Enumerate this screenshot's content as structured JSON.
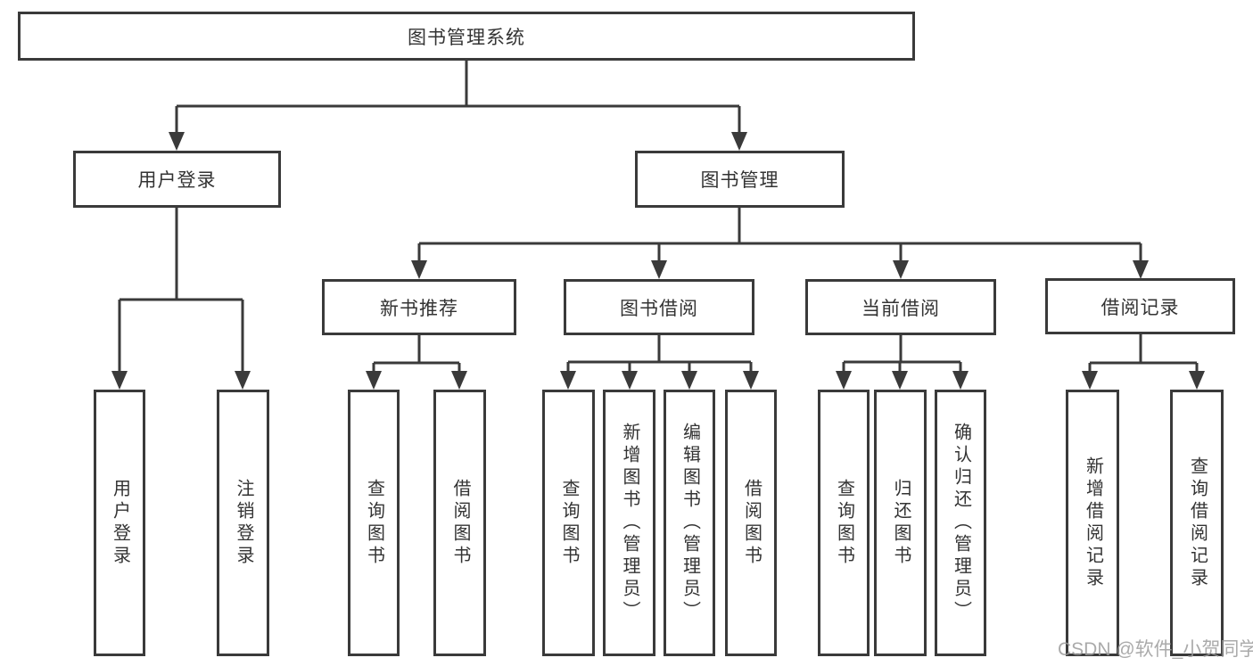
{
  "tree": {
    "root": {
      "label": "图书管理系统"
    },
    "branches": [
      {
        "label": "用户登录",
        "children": [
          {
            "label": "用户登录"
          },
          {
            "label": "注销登录"
          }
        ]
      },
      {
        "label": "图书管理",
        "children": [
          {
            "label": "新书推荐",
            "children": [
              {
                "label": "查询图书"
              },
              {
                "label": "借阅图书"
              }
            ]
          },
          {
            "label": "图书借阅",
            "children": [
              {
                "label": "查询图书"
              },
              {
                "label": "新增图书（管理员）"
              },
              {
                "label": "编辑图书（管理员）"
              },
              {
                "label": "借阅图书"
              }
            ]
          },
          {
            "label": "当前借阅",
            "children": [
              {
                "label": "查询图书"
              },
              {
                "label": "归还图书"
              },
              {
                "label": "确认归还（管理员）"
              }
            ]
          },
          {
            "label": "借阅记录",
            "children": [
              {
                "label": "新增借阅记录"
              },
              {
                "label": "查询借阅记录"
              }
            ]
          }
        ]
      }
    ]
  },
  "watermark": {
    "text": "CSDN @软件_小贺同学"
  },
  "colors": {
    "line": "#3a3a3a",
    "text": "#333333",
    "watermark": "#9c9c9c",
    "background": "#ffffff"
  }
}
